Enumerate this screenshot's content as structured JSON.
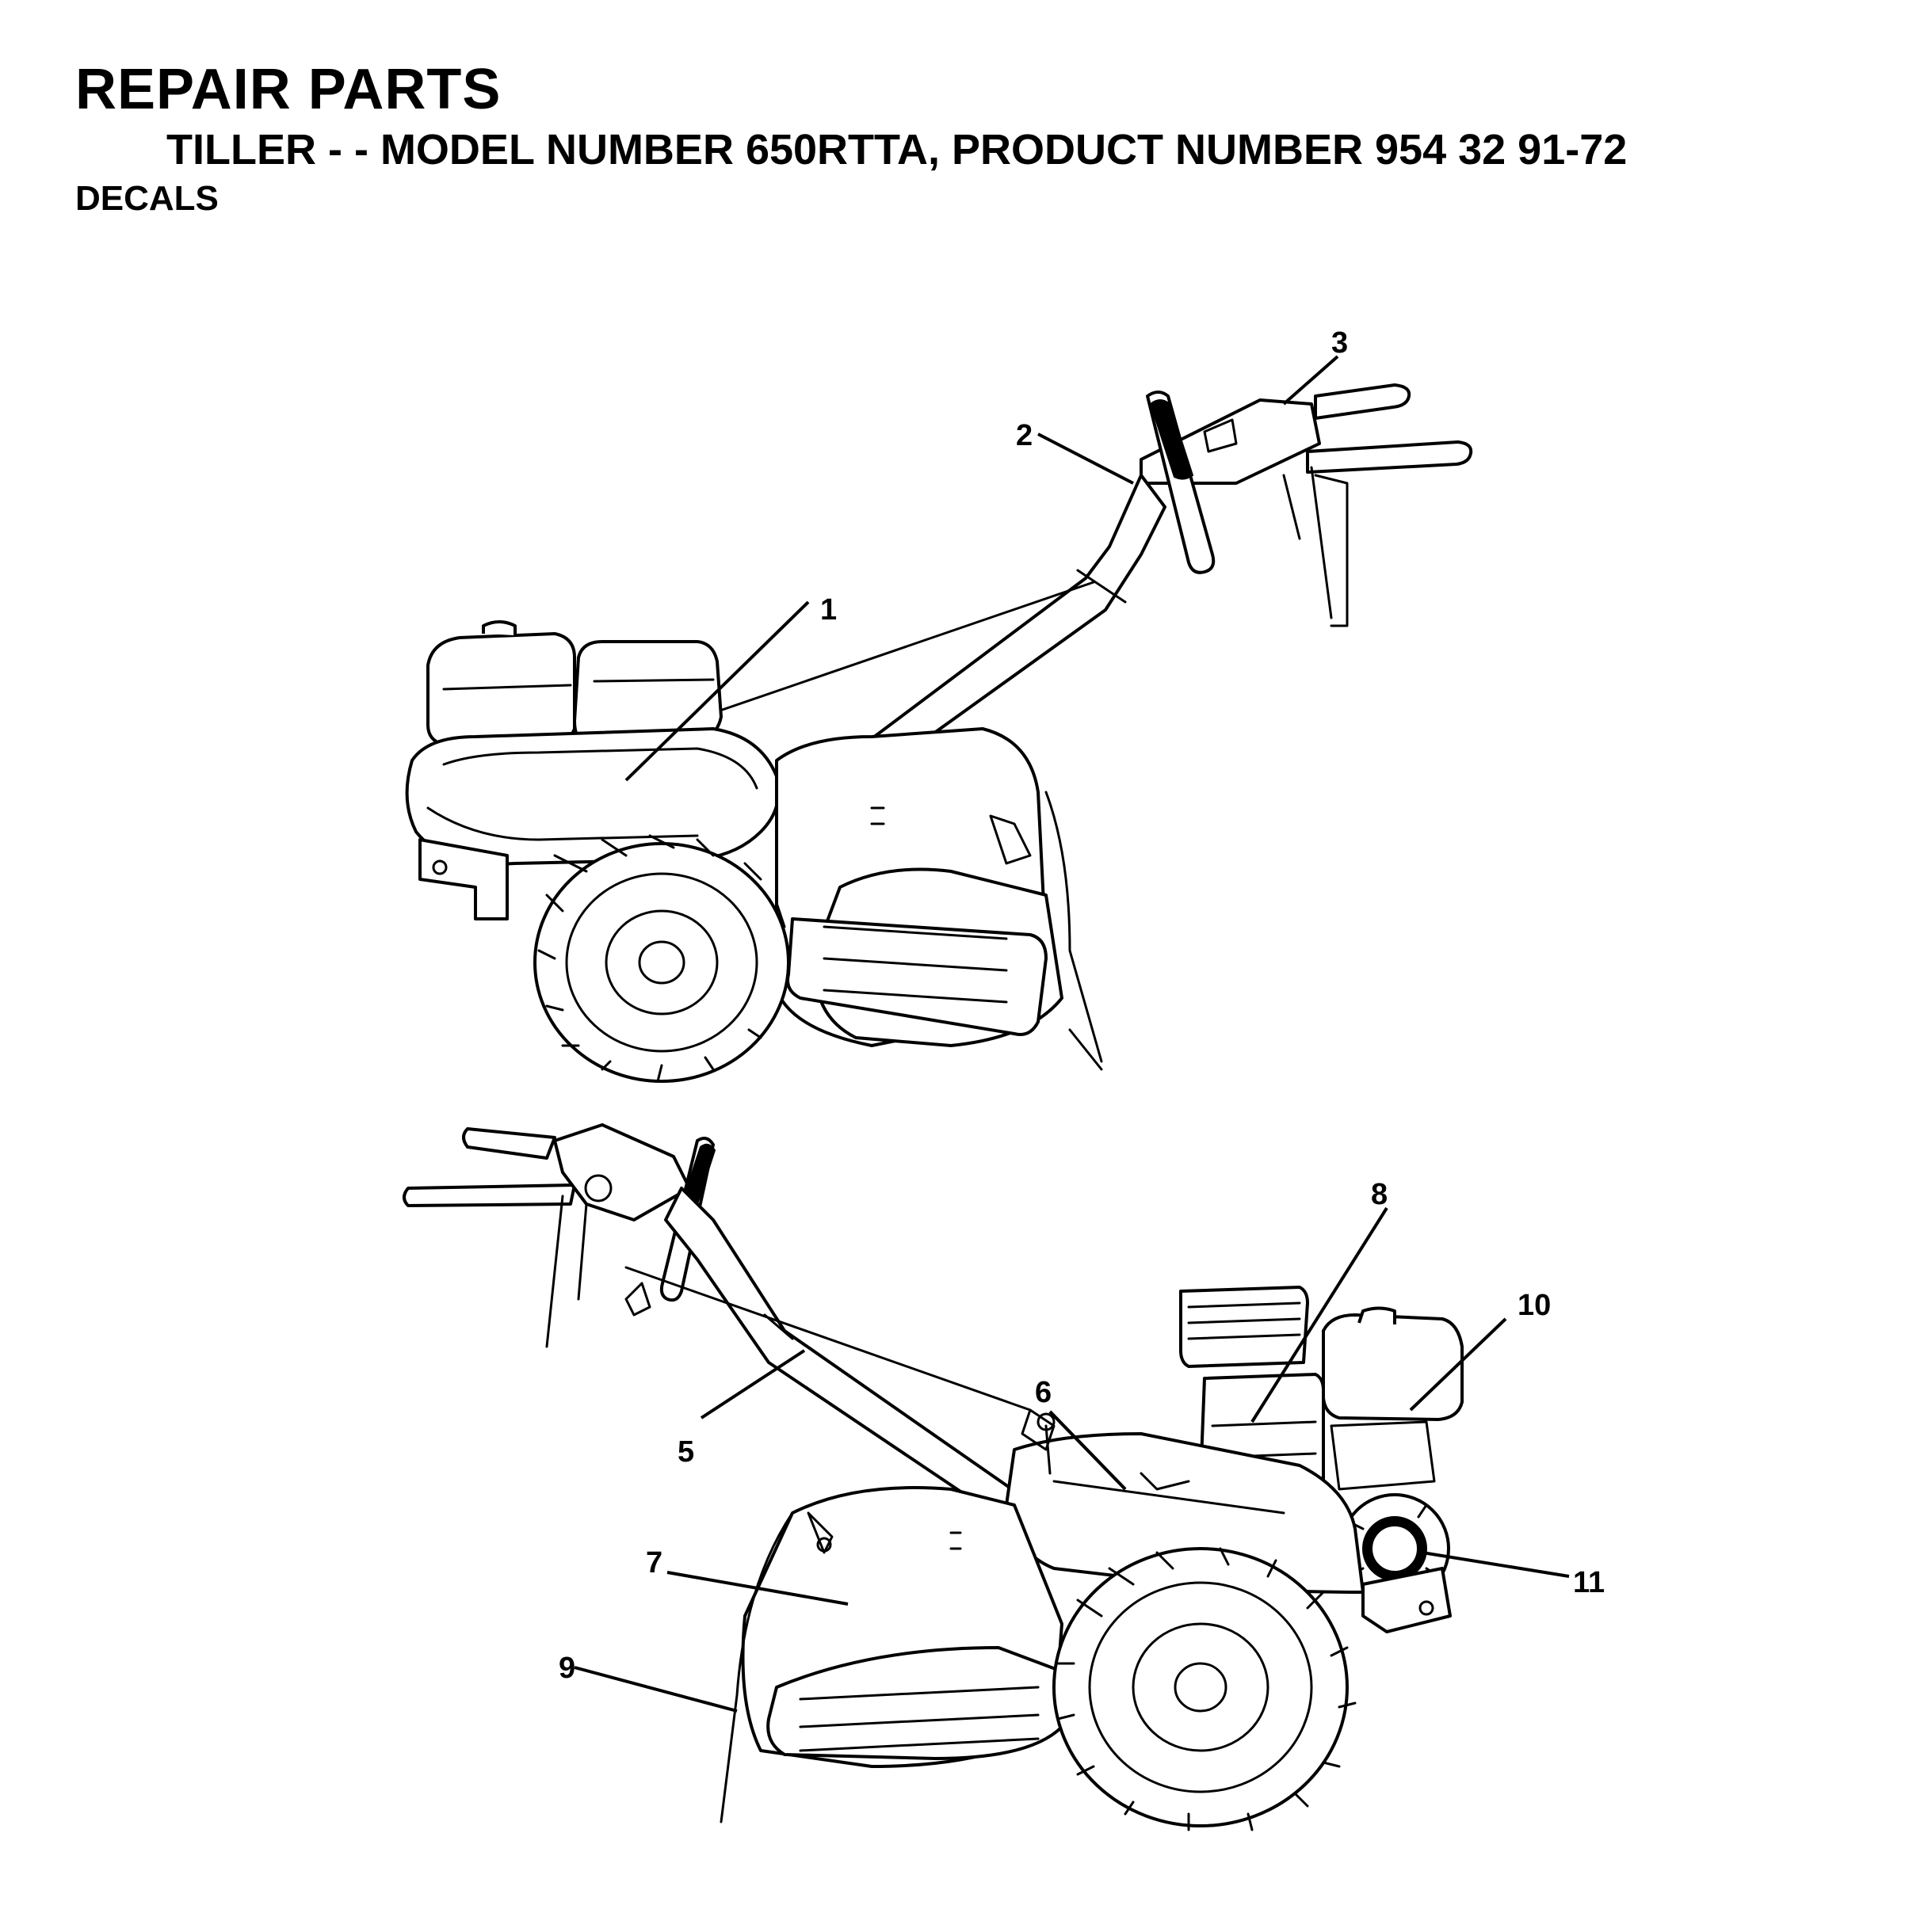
{
  "header": {
    "title": "REPAIR PARTS",
    "subtitle": "TILLER - - MODEL NUMBER 650RTTA, PRODUCT NUMBER 954 32 91-72",
    "section": "DECALS"
  },
  "callouts": {
    "c1": "1",
    "c2": "2",
    "c3": "3",
    "c5": "5",
    "c6": "6",
    "c7": "7",
    "c8": "8",
    "c9": "9",
    "c10": "10",
    "c11": "11"
  },
  "colors": {
    "ink": "#000000",
    "paper": "#ffffff"
  }
}
